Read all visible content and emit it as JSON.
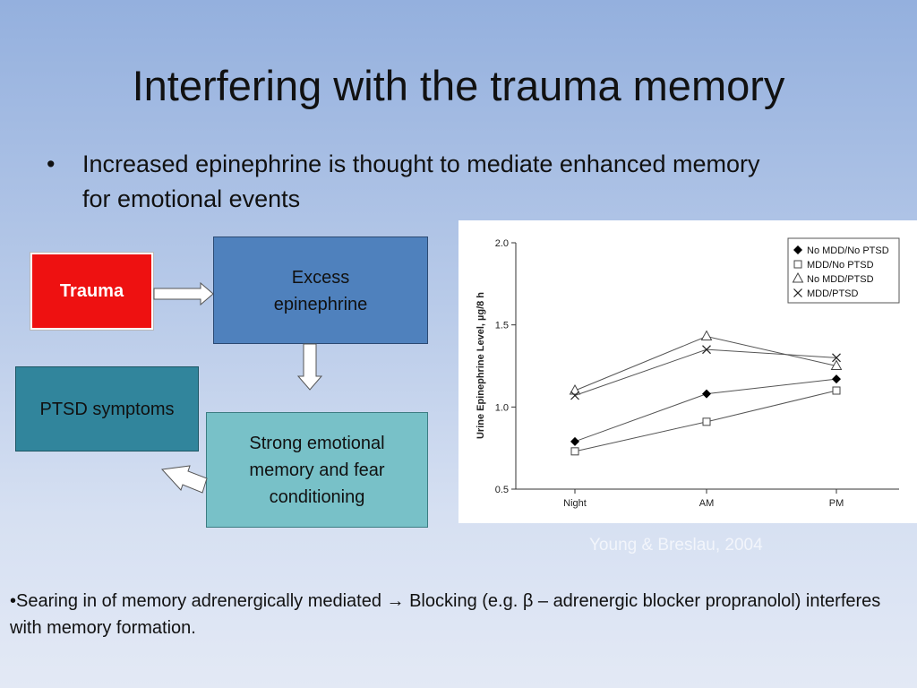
{
  "slide": {
    "title": "Interfering with the trauma memory",
    "bullet_marker": "•",
    "bullet": "Increased epinephrine is thought to mediate enhanced memory for emotional events",
    "citation": "Young & Breslau, 2004",
    "bottom_text": "•Searing in of memory adrenergically mediated → Blocking (e.g. β – adrenergic blocker propranolol) interferes with memory formation."
  },
  "diagram": {
    "trauma": "Trauma",
    "excess": "Excess epinephrine",
    "ptsd": "PTSD symptoms",
    "strong": "Strong emotional memory and fear conditioning"
  },
  "colors": {
    "trauma_box": "#ee1111",
    "excess_box": "#4f81bd",
    "ptsd_box": "#31859c",
    "strong_box": "#78c1c8"
  },
  "chart_data": {
    "type": "line",
    "title": "",
    "xlabel": "",
    "ylabel": "Urine Epinephrine Level, µg/8 h",
    "categories": [
      "Night",
      "AM",
      "PM"
    ],
    "ylim": [
      0.5,
      2.0
    ],
    "yticks": [
      "0.5",
      "1.0",
      "1.5",
      "2.0"
    ],
    "grid": false,
    "legend_position": "top-right",
    "series": [
      {
        "name": "No MDD/No PTSD",
        "marker": "filled-diamond",
        "values": [
          0.79,
          1.08,
          1.17
        ]
      },
      {
        "name": "MDD/No PTSD",
        "marker": "open-square",
        "values": [
          0.73,
          0.91,
          1.1
        ]
      },
      {
        "name": "No MDD/PTSD",
        "marker": "open-triangle",
        "values": [
          1.1,
          1.43,
          1.25
        ]
      },
      {
        "name": "MDD/PTSD",
        "marker": "x",
        "values": [
          1.07,
          1.35,
          1.3
        ]
      }
    ]
  }
}
